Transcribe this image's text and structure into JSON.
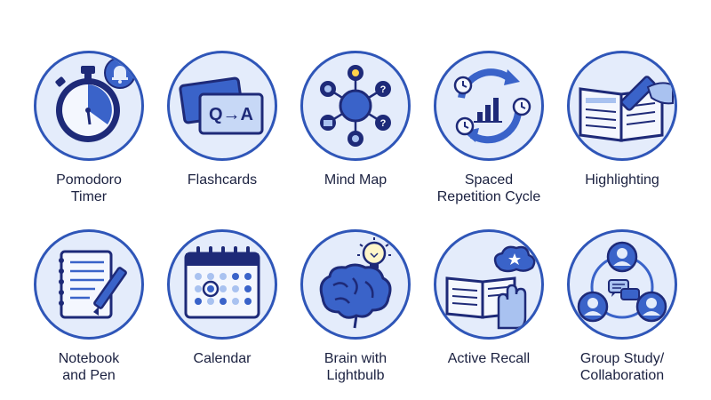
{
  "colors": {
    "background": "#ffffff",
    "badge_fill": "#e4ecfb",
    "badge_ring": "#2f56b8",
    "navy": "#1e2a78",
    "blue": "#3a63c9",
    "light_blue": "#a9c2f0",
    "label_text": "#1b2140"
  },
  "tiles": [
    {
      "label": "Pomodoro\nTimer",
      "icon": "stopwatch-icon"
    },
    {
      "label": "Flashcards",
      "icon": "flashcards-icon",
      "card_text": "Q→A"
    },
    {
      "label": "Mind Map",
      "icon": "mind-map-icon"
    },
    {
      "label": "Spaced\nRepetition Cycle",
      "icon": "cycle-icon"
    },
    {
      "label": "Highlighting",
      "icon": "highlighter-book-icon"
    },
    {
      "label": "Notebook\nand Pen",
      "icon": "notebook-pen-icon"
    },
    {
      "label": "Calendar",
      "icon": "calendar-icon"
    },
    {
      "label": "Brain with\nLightbulb",
      "icon": "brain-lightbulb-icon"
    },
    {
      "label": "Active Recall",
      "icon": "book-hand-icon"
    },
    {
      "label": "Group Study/\nCollaboration",
      "icon": "group-people-icon"
    }
  ]
}
